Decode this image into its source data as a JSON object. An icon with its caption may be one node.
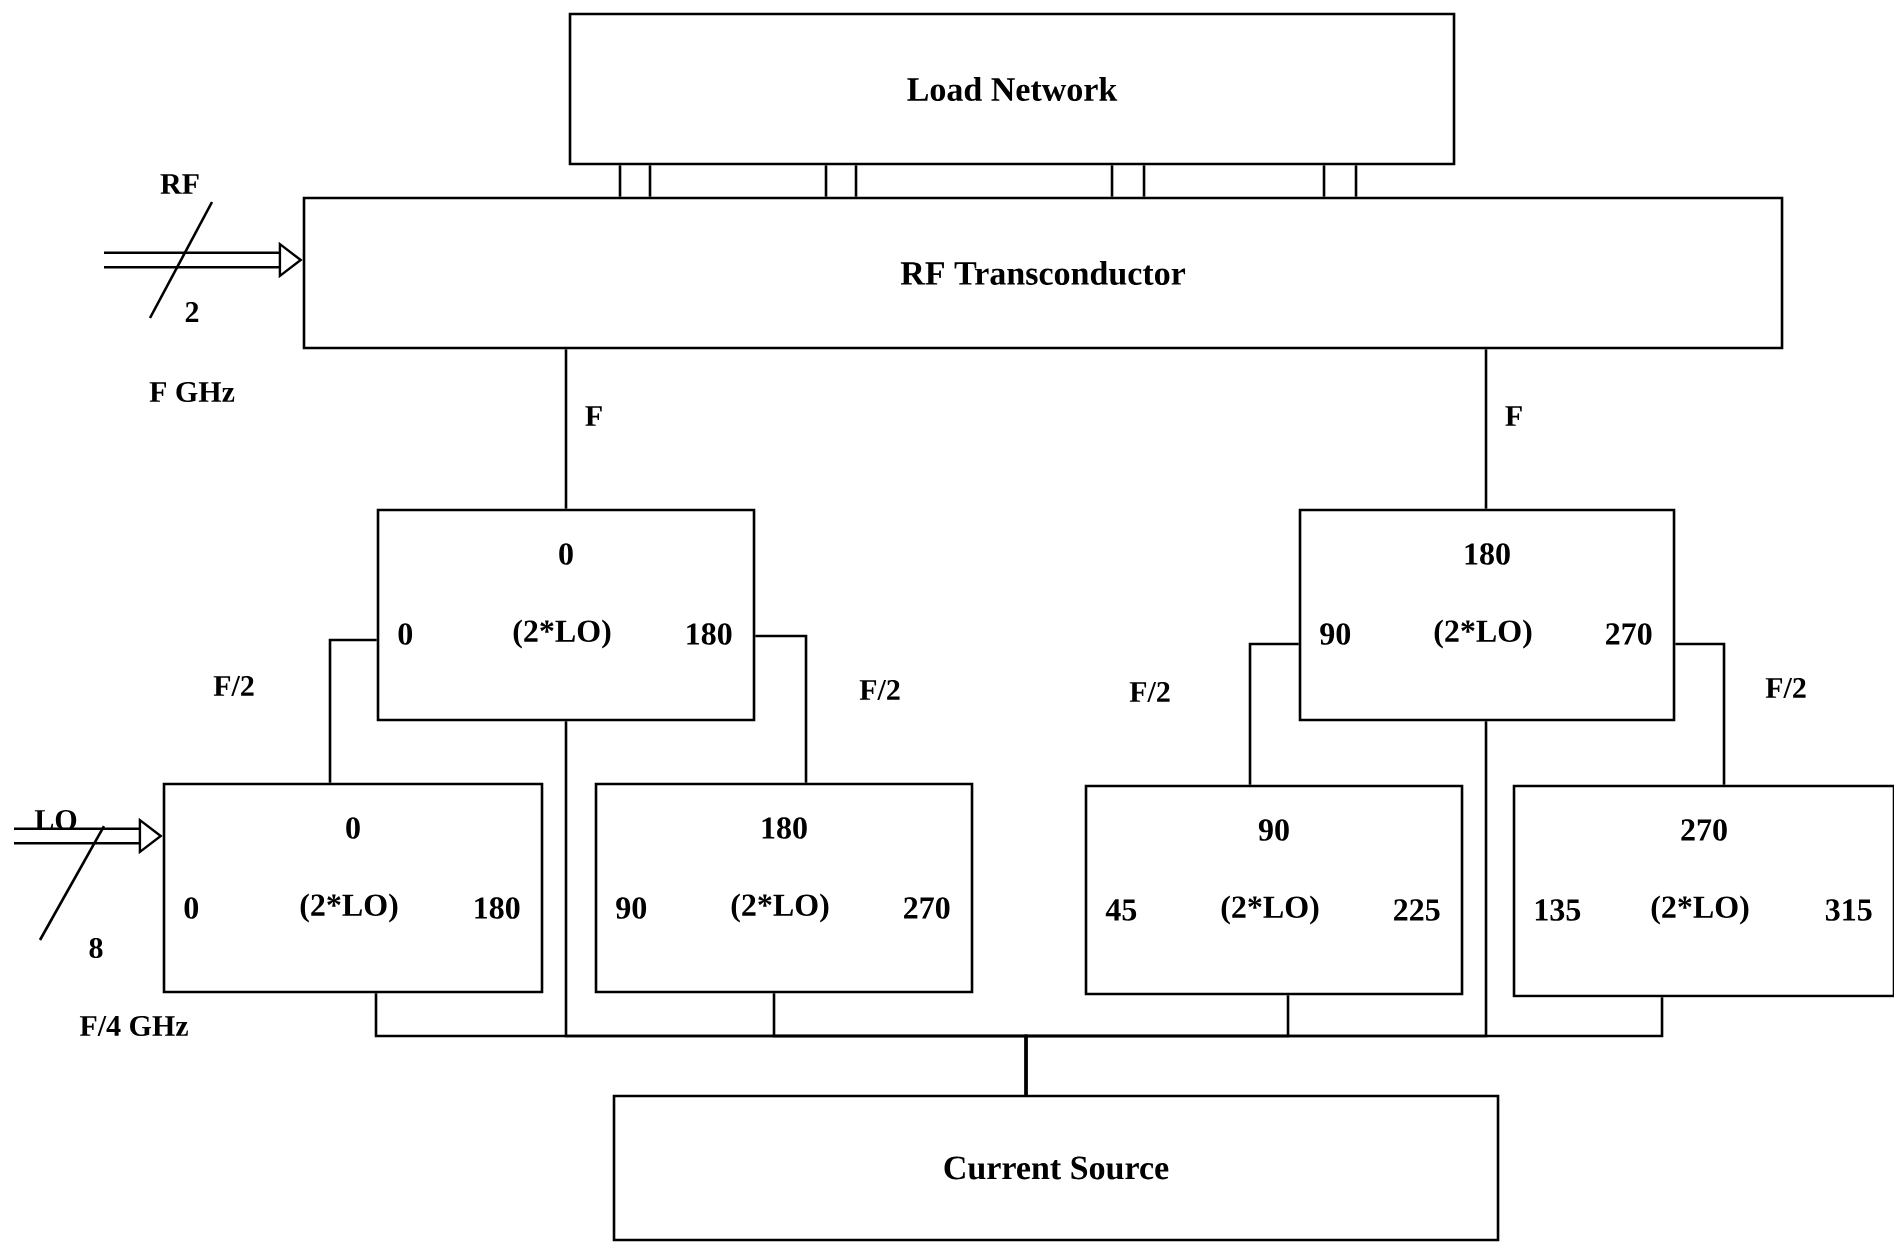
{
  "diagram": {
    "nodes": [
      {
        "text": [
          "Load Network"
        ]
      },
      {
        "text": [
          "RF Transconductor"
        ]
      },
      {
        "text": [
          "0",
          "0",
          "(2*LO)",
          "180"
        ]
      },
      {
        "text": [
          "180",
          "90",
          "(2*LO)",
          "270"
        ]
      },
      {
        "text": [
          "0",
          "0",
          "(2*LO)",
          "180"
        ]
      },
      {
        "text": [
          "180",
          "90",
          "(2*LO)",
          "270"
        ]
      },
      {
        "text": [
          "90",
          "45",
          "(2*LO)",
          "225"
        ]
      },
      {
        "text": [
          "270",
          "135",
          "(2*LO)",
          "315"
        ]
      },
      {
        "text": [
          "Current Source"
        ]
      }
    ],
    "edges": [
      {
        "from": null,
        "to": 1,
        "arrow": "to",
        "style": "thick"
      },
      {
        "from": 0,
        "to": 1,
        "arrow": "none"
      },
      {
        "from": 0,
        "to": 1,
        "arrow": "none"
      },
      {
        "from": 0,
        "to": 1,
        "arrow": "none"
      },
      {
        "from": 0,
        "to": 1,
        "arrow": "none"
      },
      {
        "from": 0,
        "to": 1,
        "arrow": "none"
      },
      {
        "from": 0,
        "to": 1,
        "arrow": "none"
      },
      {
        "from": 0,
        "to": 1,
        "arrow": "none"
      },
      {
        "from": 0,
        "to": 1,
        "arrow": "none"
      },
      {
        "from": 1,
        "to": 2,
        "arrow": "none",
        "label": "F"
      },
      {
        "from": 1,
        "to": 3,
        "arrow": "none",
        "label": "F"
      },
      {
        "from": 2,
        "to": 4,
        "arrow": "none",
        "label": "F/2"
      },
      {
        "from": 2,
        "to": 5,
        "arrow": "none",
        "label": "F/2"
      },
      {
        "from": 3,
        "to": 6,
        "arrow": "none",
        "label": "F/2"
      },
      {
        "from": 3,
        "to": 7,
        "arrow": "none",
        "label": "F/2"
      },
      {
        "from": 4,
        "to": 8,
        "arrow": "none"
      },
      {
        "from": 2,
        "to": 8,
        "arrow": "none"
      },
      {
        "from": 5,
        "to": 8,
        "arrow": "none"
      },
      {
        "from": 6,
        "to": 8,
        "arrow": "none"
      },
      {
        "from": 3,
        "to": 8,
        "arrow": "none"
      },
      {
        "from": 7,
        "to": 8,
        "arrow": "none"
      },
      {
        "from": null,
        "to": 4,
        "arrow": "to",
        "style": "thick"
      }
    ],
    "labels": [
      "RF",
      "2",
      "F GHz",
      "LO",
      "8",
      "F/4 GHz"
    ]
  }
}
